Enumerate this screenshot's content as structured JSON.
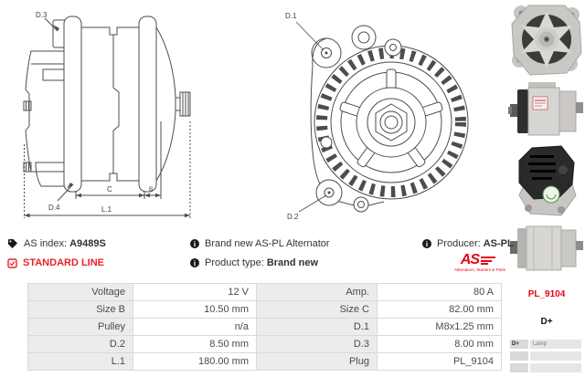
{
  "colors": {
    "accent_red": "#e30613",
    "standard_line_red": "#e8222a",
    "table_label_bg": "#ececec",
    "table_border": "#d9d9d9",
    "drawing_stroke": "#4d4d4d",
    "text_dark": "#333333"
  },
  "drawing_side": {
    "labels": {
      "d3": "D.3",
      "d4": "D.4",
      "c": "C",
      "b": "B",
      "l1": "L.1"
    }
  },
  "drawing_front": {
    "labels": {
      "d1": "D.1",
      "d2": "D.2"
    }
  },
  "photos": [
    {
      "name": "alternator front view photo"
    },
    {
      "name": "alternator side view photo"
    },
    {
      "name": "alternator rear view photo"
    },
    {
      "name": "alternator side view photo 2"
    }
  ],
  "icons": {
    "info_glyph": "i"
  },
  "info": {
    "as_index": {
      "label": "AS index:",
      "value": "A9489S"
    },
    "standard_line": "STANDARD LINE",
    "brand_new": "Brand new AS-PL Alternator",
    "product_type": {
      "label": "Product type:",
      "value": "Brand new"
    },
    "producer": {
      "label": "Producer:",
      "value": "AS-PL"
    },
    "logo": {
      "text": "AS",
      "subtext": "Alternators, Starters & Parts"
    }
  },
  "specs": {
    "rows": [
      {
        "label1": "Voltage",
        "value1": "12 V",
        "label2": "Amp.",
        "value2": "80 A"
      },
      {
        "label1": "Size B",
        "value1": "10.50 mm",
        "label2": "Size C",
        "value2": "82.00 mm"
      },
      {
        "label1": "Pulley",
        "value1": "n/a",
        "label2": "D.1",
        "value2": "M8x1.25 mm"
      },
      {
        "label1": "D.2",
        "value1": "8.50 mm",
        "label2": "D.3",
        "value2": "8.00 mm"
      },
      {
        "label1": "L.1",
        "value1": "180.00 mm",
        "label2": "Plug",
        "value2": "PL_9104"
      }
    ]
  },
  "plug": {
    "code": "PL_9104",
    "terminal": "D+",
    "legend": [
      {
        "pin": "D+",
        "desc": "Lamp"
      },
      {
        "pin": "",
        "desc": ""
      },
      {
        "pin": "",
        "desc": ""
      }
    ]
  }
}
